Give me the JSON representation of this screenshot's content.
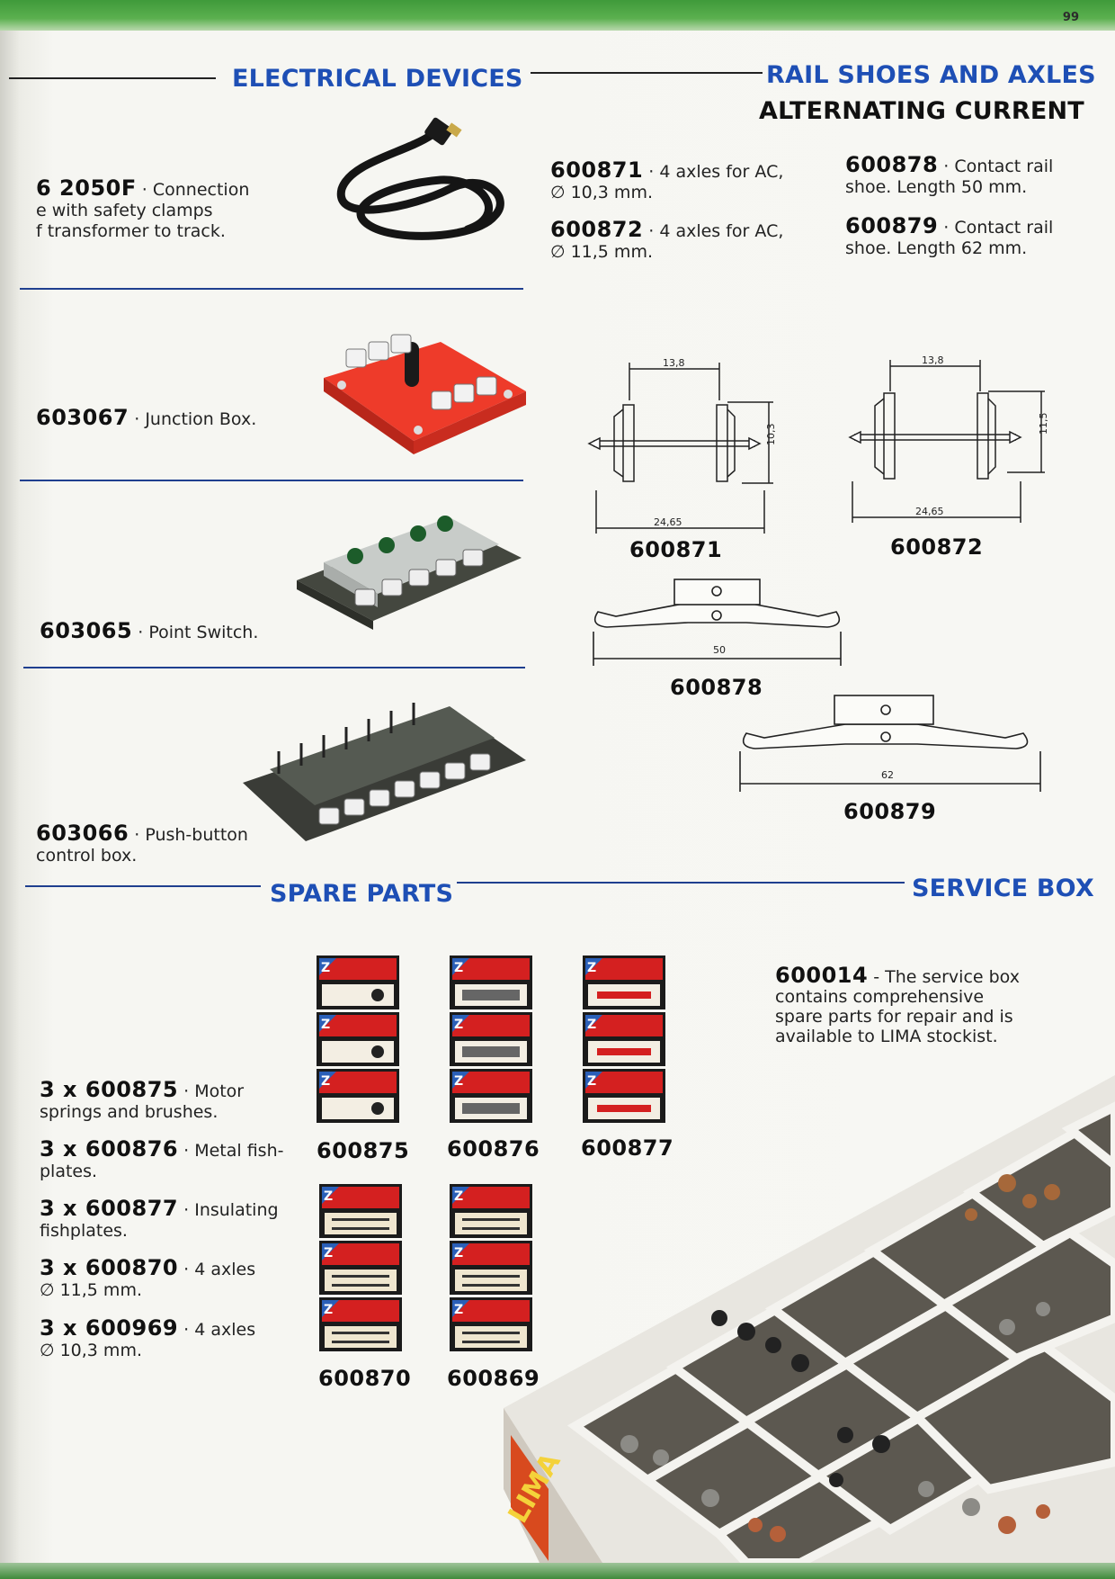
{
  "page_number": "99",
  "headings": {
    "electrical_devices": "ELECTRICAL DEVICES",
    "rail_shoes": "RAIL SHOES AND AXLES",
    "alternating_current": "ALTERNATING CURRENT",
    "spare_parts": "SPARE PARTS",
    "service_box": "SERVICE BOX"
  },
  "electrical": [
    {
      "code": "6 2050F",
      "desc": " · Connection",
      "desc2": "  e with safety clamps",
      "desc3": "f  transformer to track."
    },
    {
      "code": "603067",
      "desc": " · Junction Box."
    },
    {
      "code": "603065",
      "desc": " · Point Switch."
    },
    {
      "code": "603066",
      "desc": " · Push-button",
      "desc2": "control box."
    }
  ],
  "rail": [
    {
      "code": "600871",
      "desc": " · 4 axles for AC,",
      "desc2": "∅ 10,3 mm."
    },
    {
      "code": "600872",
      "desc": " · 4 axles for AC,",
      "desc2": "∅ 11,5 mm."
    },
    {
      "code": "600878",
      "desc": " · Contact rail",
      "desc2": "shoe. Length 50 mm."
    },
    {
      "code": "600879",
      "desc": " · Contact rail",
      "desc2": "shoe. Length 62 mm."
    }
  ],
  "drawings": {
    "axle1": {
      "label": "600871",
      "top_dim": "13,8",
      "side_dim": "10,3",
      "bottom_dim": "24,65"
    },
    "axle2": {
      "label": "600872",
      "top_dim": "13,8",
      "side_dim": "11,5",
      "bottom_dim": "24,65"
    },
    "shoe1": {
      "label": "600878",
      "dim": "50"
    },
    "shoe2": {
      "label": "600879",
      "dim": "62"
    }
  },
  "spare": [
    {
      "qty": "3 x 600875",
      "desc": " · Motor",
      "desc2": "springs and brushes."
    },
    {
      "qty": "3 x 600876",
      "desc": " · Metal fish-",
      "desc2": "plates."
    },
    {
      "qty": "3 x 600877",
      "desc": " · Insulating",
      "desc2": "fishplates."
    },
    {
      "qty": "3 x 600870",
      "desc": " · 4 axles",
      "desc2": "∅ 11,5 mm."
    },
    {
      "qty": "3 x 600969",
      "desc": " · 4 axles",
      "desc2": "∅ 10,3 mm."
    }
  ],
  "package_labels": [
    "600875",
    "600876",
    "600877",
    "600870",
    "600869"
  ],
  "package_mark": "Z",
  "service": {
    "code": "600014",
    "desc": " - The service box",
    "desc2": "contains comprehensive",
    "desc3": "spare parts for repair and is",
    "desc4": "available to LIMA stockist."
  },
  "box_brand": "LIMA",
  "colors": {
    "heading_blue": "#1e4fb5",
    "band_green": "#4aa341",
    "package_red": "#d42020",
    "junction_red": "#ee3b2a"
  }
}
